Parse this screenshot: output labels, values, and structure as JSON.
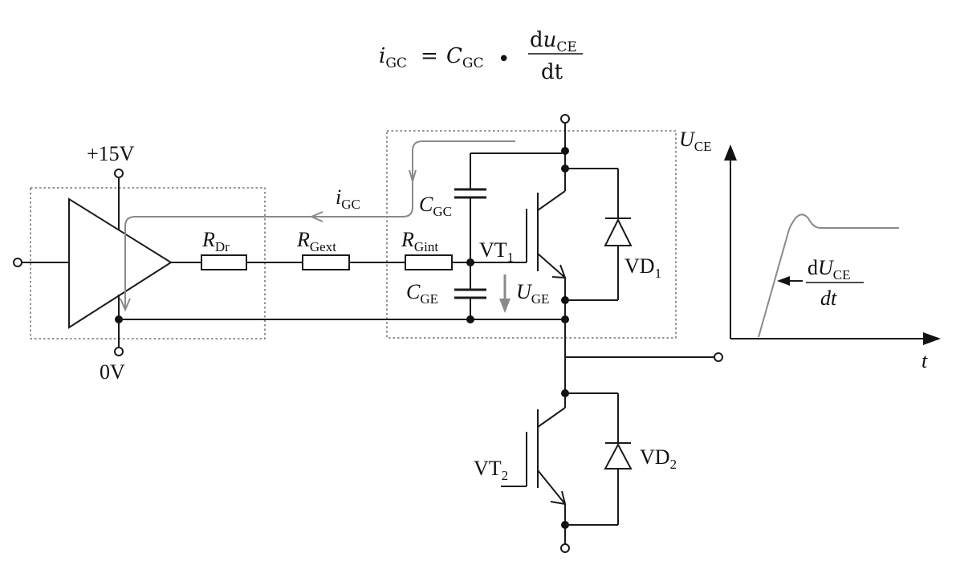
{
  "equation": {
    "lhs_var": "i",
    "lhs_sub": "GC",
    "equals": "=",
    "cap_var": "C",
    "cap_sub": "GC",
    "dot": "•",
    "num_d": "d",
    "num_var": "u",
    "num_sub": "CE",
    "den": "dt"
  },
  "labels": {
    "plus15": "+15V",
    "zero_v": "0V",
    "rdr_main": "R",
    "rdr_sub": "Dr",
    "rgext_main": "R",
    "rgext_sub": "Gext",
    "rgint_main": "R",
    "rgint_sub": "Gint",
    "igc_main": "i",
    "igc_sub": "GC",
    "cgc_main": "C",
    "cgc_sub": "GC",
    "cge_main": "C",
    "cge_sub": "GE",
    "vt1_main": "VT",
    "vt1_sub": "1",
    "uge_main": "U",
    "uge_sub": "GE",
    "vd1_main": "VD",
    "vd1_sub": "1",
    "vt2_main": "VT",
    "vt2_sub": "2",
    "vd2_main": "VD",
    "vd2_sub": "2",
    "uce_main": "U",
    "uce_sub": "CE",
    "duce_d": "d",
    "duce_var": "U",
    "duce_sub": "CE",
    "duce_den": "dt",
    "t_axis": "t"
  }
}
